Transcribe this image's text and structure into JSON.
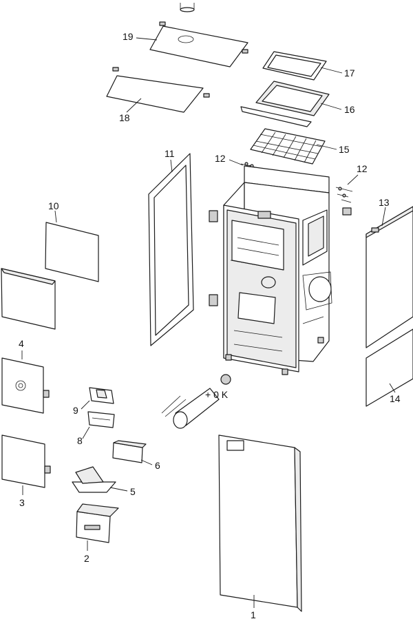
{
  "callouts": {
    "p1": "1",
    "p2": "2",
    "p3": "3",
    "p4": "4",
    "p5": "5",
    "p6": "6",
    "p8": "8",
    "p9": "9",
    "p10": "10",
    "p11": "11",
    "p12a": "12",
    "p12b": "12",
    "p13": "13",
    "p14": "14",
    "p15": "15",
    "p16": "16",
    "p17": "17",
    "p18": "18",
    "p19": "19"
  },
  "labels": {
    "fan_marking": "+ 0 K"
  }
}
